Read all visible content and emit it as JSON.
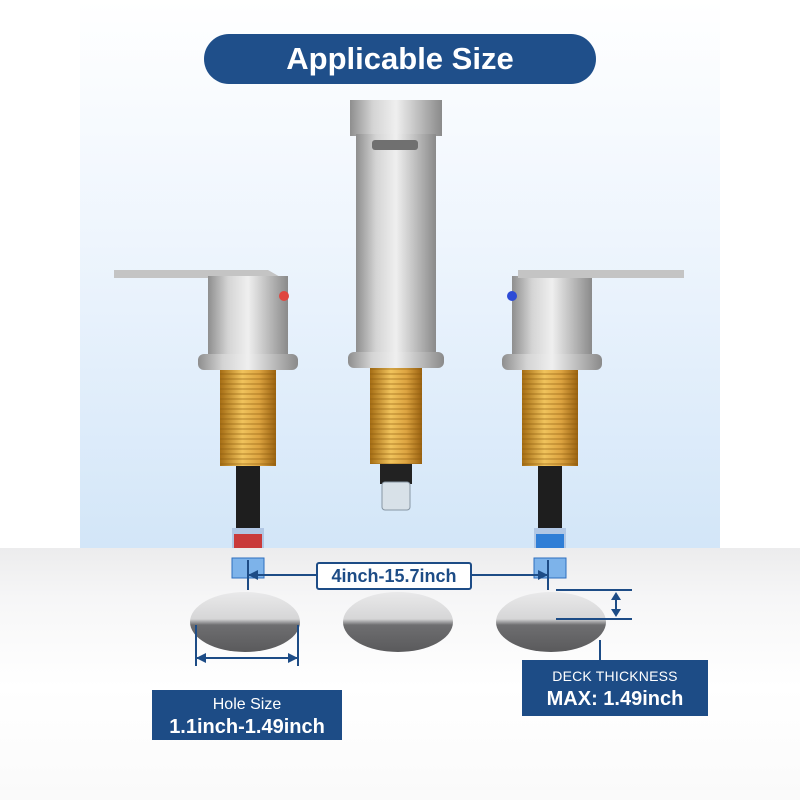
{
  "title": "Applicable Size",
  "spacing_label": "4inch-15.7inch",
  "hole_size": {
    "label": "Hole Size",
    "value": "1.1inch-1.49inch"
  },
  "deck_thickness": {
    "label": "DECK THICKNESS",
    "value": "MAX: 1.49inch"
  },
  "colors": {
    "brand_blue": "#1f4f8a",
    "brass": "#d9a23a",
    "brushed_nickel": "#bdbdbd",
    "hot_indicator": "#e0463f",
    "cold_indicator": "#2d4bd6"
  },
  "icons": [
    "hot-indicator-icon",
    "cold-indicator-icon",
    "dimension-arrow-icon"
  ]
}
